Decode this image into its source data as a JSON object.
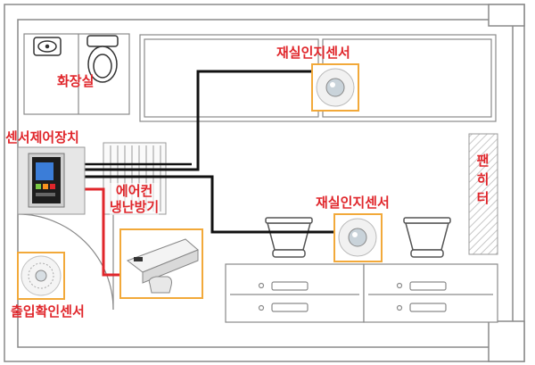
{
  "labels": {
    "restroom": "화장실",
    "sensor_top": "재실인지센서",
    "controller": "센서제어장치",
    "aircon": "에어컨\n냉난방기",
    "sensor_mid": "재실인지센서",
    "fan_heater": "팬히터",
    "entry_sensor": "출입확인센서"
  },
  "colors": {
    "label_red": "#e0262b",
    "sensor_border": "#f2a93a",
    "wire_black": "#111111",
    "wire_red": "#e0262b",
    "wall": "#8a8a8a"
  },
  "icons": {
    "sink": "sink-icon",
    "toilet": "toilet-icon",
    "ceiling_sensor": "occupancy-sensor-icon",
    "controller": "control-panel-icon",
    "radiator": "radiator-icon",
    "entry_sensor": "entry-sensor-icon",
    "door_sensor": "door-sensor-device-icon",
    "chair": "chair-icon",
    "desk": "desk-icon"
  }
}
